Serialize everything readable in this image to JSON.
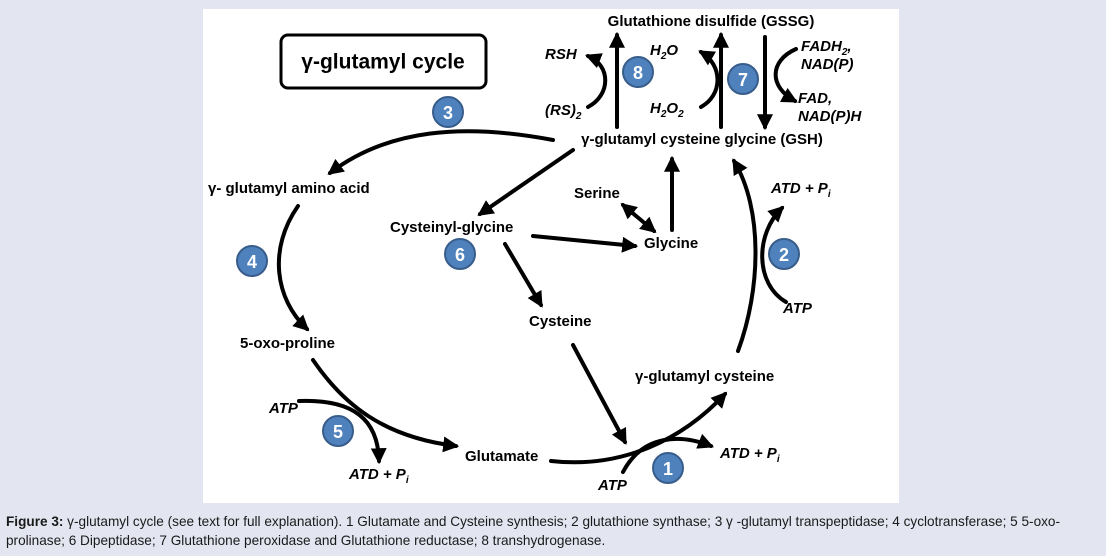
{
  "title_box": "γ-glutamyl cycle",
  "metabolites": {
    "gssg": "Glutathione disulfide (GSSG)",
    "gsh": "γ-glutamyl cysteine glycine (GSH)",
    "gamma_glutamyl_amino_acid": "γ- glutamyl amino acid",
    "cysteinyl_glycine": "Cysteinyl-glycine",
    "serine": "Serine",
    "glycine": "Glycine",
    "cysteine": "Cysteine",
    "oxoproline": "5-oxo-proline",
    "glutamate": "Glutamate",
    "gamma_glutamyl_cysteine": "γ-glutamyl cysteine"
  },
  "cofactors": {
    "rsh": "RSH",
    "rs2_base": "(RS)",
    "rs2_sub": "2",
    "h2o_base": "H",
    "h2o_sub": "2",
    "h2o_tail": "O",
    "h2o2_base": "H",
    "h2o2_sub": "2",
    "h2o2_mid": "O",
    "h2o2_sub2": "2",
    "fadh2_base": "FADH",
    "fadh2_sub": "2",
    "fadh2_tail": ",",
    "nadp": "NAD(P)",
    "fad": "FAD,",
    "nadph": "NAD(P)H",
    "atp": "ATP",
    "atd_pi_base": "ATD + P",
    "atd_pi_sub": "i"
  },
  "step_badges": [
    "1",
    "2",
    "3",
    "4",
    "5",
    "6",
    "7",
    "8"
  ],
  "caption": {
    "label": "Figure 3:",
    "text": " γ-glutamyl cycle (see text for full explanation). 1 Glutamate and Cysteine synthesis; 2 glutathione synthase; 3 γ -glutamyl transpeptidase; 4 cyclotransferase; 5 5-oxo-prolinase; 6 Dipeptidase; 7 Glutathione peroxidase and Glutathione reductase; 8 transhydrogenase."
  },
  "colors": {
    "background": "#e3e6f1",
    "panel": "#ffffff",
    "badge_fill": "#4f81bd",
    "badge_stroke": "#385d8a",
    "arrow": "#000000"
  }
}
